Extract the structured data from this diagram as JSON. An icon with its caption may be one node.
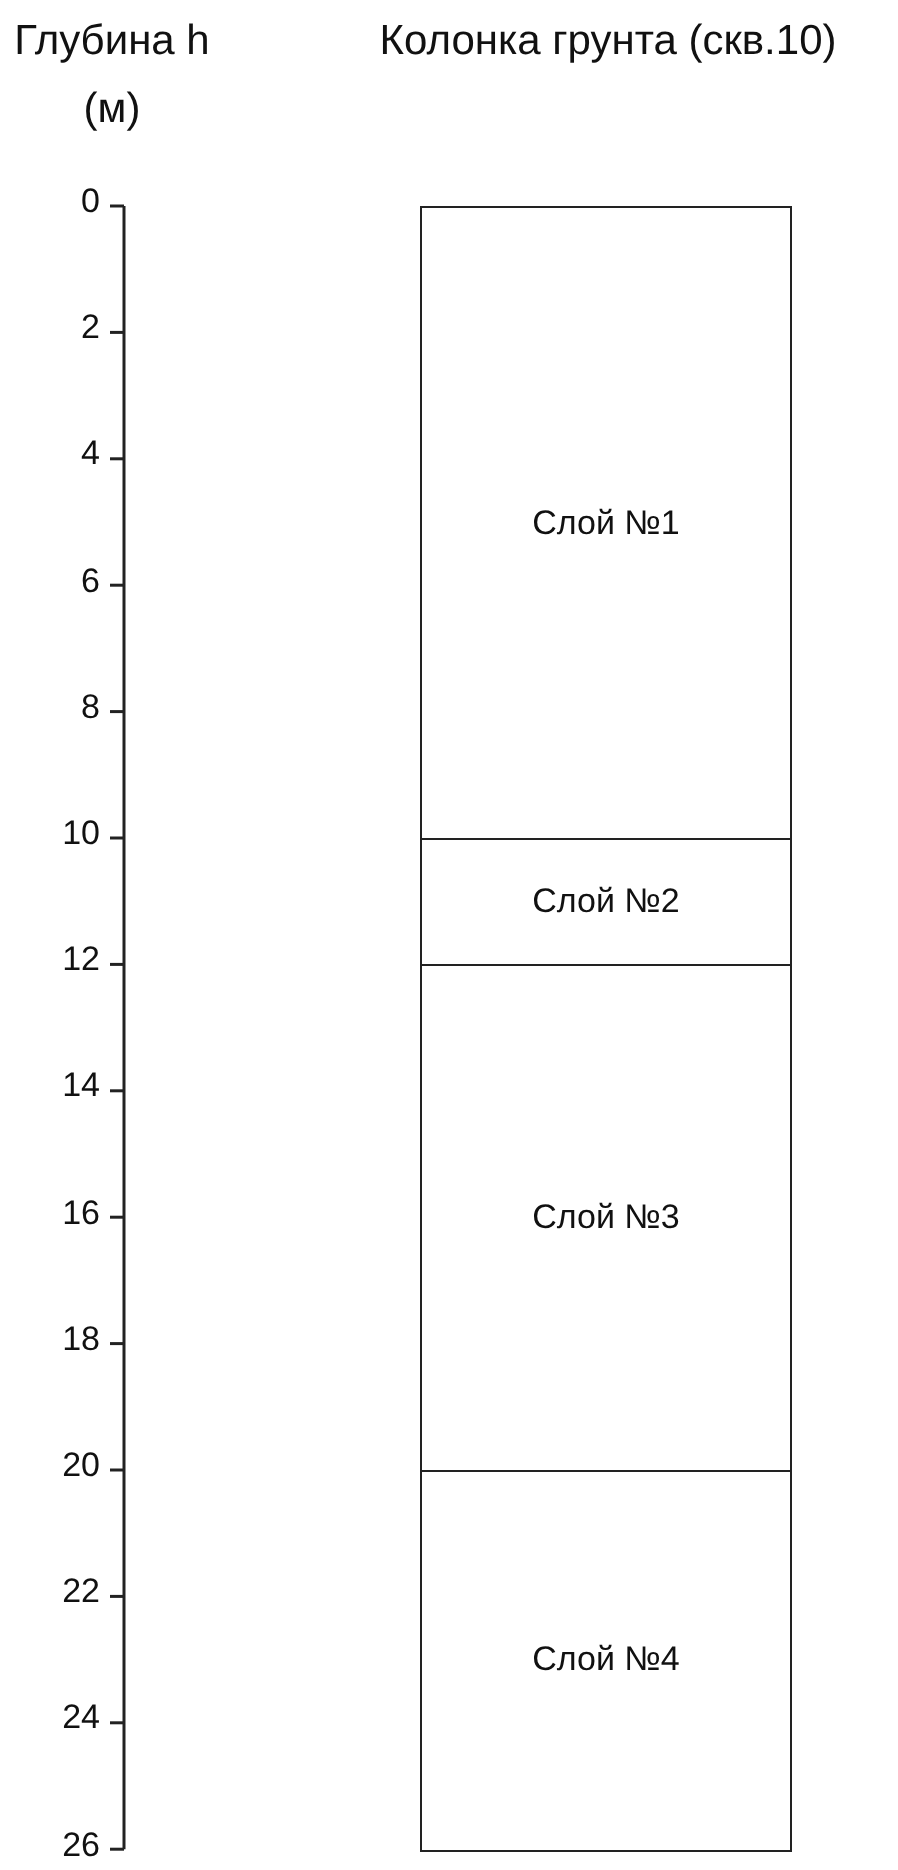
{
  "diagram": {
    "nodes": [
      {
        "text": [
          "Колонка грунта (скв.10)"
        ]
      },
      {
        "text": [
          "Слой №1"
        ],
        "in": 0
      },
      {
        "text": [
          "Слой №2"
        ],
        "in": 0
      },
      {
        "text": [
          "Слой №3"
        ],
        "in": 0
      },
      {
        "text": [
          "Слой №4"
        ],
        "in": 0
      }
    ],
    "labels": [
      "Глубина h (м)",
      "0",
      "2",
      "4",
      "6",
      "8",
      "10",
      "12",
      "14",
      "16",
      "18",
      "20",
      "22",
      "24",
      "26"
    ]
  }
}
